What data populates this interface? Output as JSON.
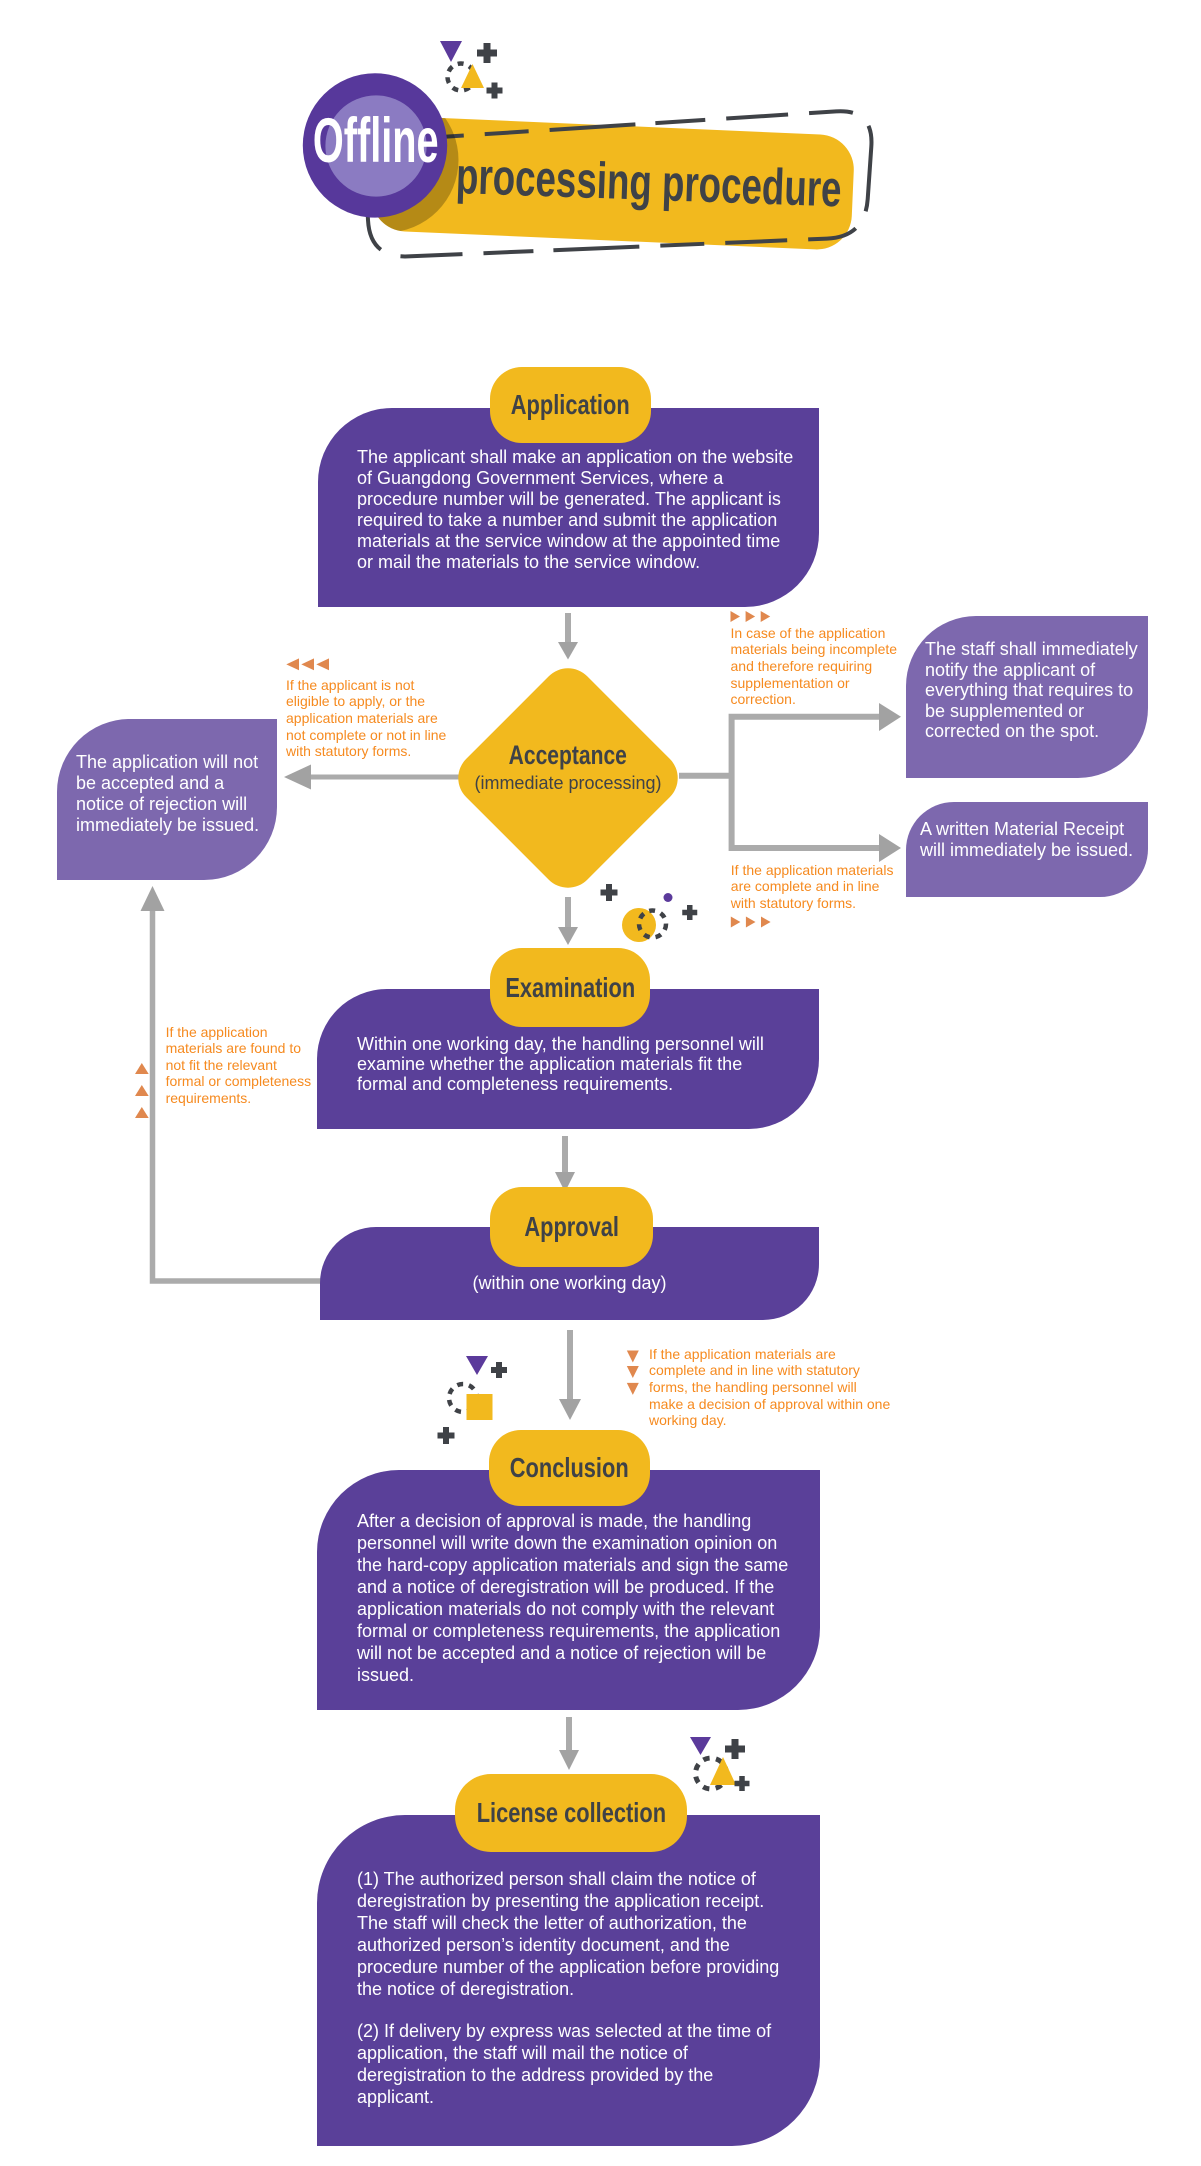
{
  "title": {
    "badge": "Offline",
    "banner": "processing procedure"
  },
  "steps": {
    "application": {
      "label": "Application",
      "body": "The applicant shall make an application on the website\nof Guangdong Government Services, where a\nprocedure number will be generated. The applicant is\nrequired to take a number and submit the application\nmaterials at the service window at the appointed time\nor mail the materials to the service window."
    },
    "acceptance": {
      "label": "Acceptance",
      "note": "(immediate processing)"
    },
    "examination": {
      "label": "Examination",
      "body": "Within one working day, the handling personnel will\nexamine whether the application materials fit the\nformal and completeness requirements."
    },
    "approval": {
      "label": "Approval",
      "note": "(within one working day)"
    },
    "conclusion": {
      "label": "Conclusion",
      "body": "After a decision of approval is made, the handling\npersonnel will write down the examination opinion on\nthe hard-copy application materials and sign the same\nand a notice of deregistration will be produced. If the\napplication materials do not comply with the relevant\nformal or completeness requirements, the application\nwill not be accepted and a notice of rejection will be\nissued."
    },
    "license": {
      "label": "License collection",
      "body1": "(1) The authorized person shall claim the notice of\nderegistration by presenting the application receipt.\nThe staff will check the letter of authorization, the\nauthorized person’s identity document, and the\nprocedure number of the application before providing\nthe notice of deregistration.",
      "body2": "(2) If delivery by express was selected at the time of\napplication, the staff will mail the notice of\nderegistration to the address provided by the\napplicant."
    }
  },
  "outcomes": {
    "rejection": "The application will not\nbe accepted and a\nnotice of rejection will\nimmediately be issued.",
    "supplement": "The staff shall immediately\nnotify the applicant of\neverything that requires to\nbe supplemented or\ncorrected on the spot.",
    "receipt": "A written Material Receipt\nwill immediately be issued."
  },
  "annotations": {
    "not_eligible": {
      "marker": "triple-triangle-left",
      "text": "If the applicant is not\neligible to apply, or the\napplication materials are\nnot complete or not in line\nwith statutory forms."
    },
    "incomplete": {
      "marker": "triple-triangle-right",
      "text": "In case of the application\nmaterials being incomplete\nand therefore requiring\nsupplementation or\ncorrection."
    },
    "complete": {
      "marker": "triple-triangle-right",
      "text": "If the application materials\nare complete and in line\nwith statutory forms."
    },
    "not_fit": {
      "marker": "triple-triangle-up",
      "text": "If the application\nmaterials are found to\nnot fit the relevant\nformal or completeness\nrequirements."
    },
    "decision": {
      "marker": "triple-triangle-down",
      "text": "If the application materials are\ncomplete and in line with statutory\nforms, the handling personnel will\nmake a decision of approval within one\nworking day."
    }
  },
  "icons": {
    "triangle": "solid triangle",
    "plus": "chunky plus cross",
    "dashed-circle": "dashed circle ring",
    "dot": "small filled dot",
    "square": "small filled square"
  },
  "colors": {
    "purple-main": "#5A4099",
    "purple-side": "#7D68AE",
    "purple-deep": "#57389B",
    "purple-inner": "#8B7BC2",
    "purple-decor": "#5B3A9B",
    "yellow": "#F2B91E",
    "dark": "#3F4247",
    "orange-text": "#F68A1F",
    "orange-marker": "#E0884E",
    "gray-line": "#ABABAB",
    "gray-head": "#A2A2A2"
  }
}
